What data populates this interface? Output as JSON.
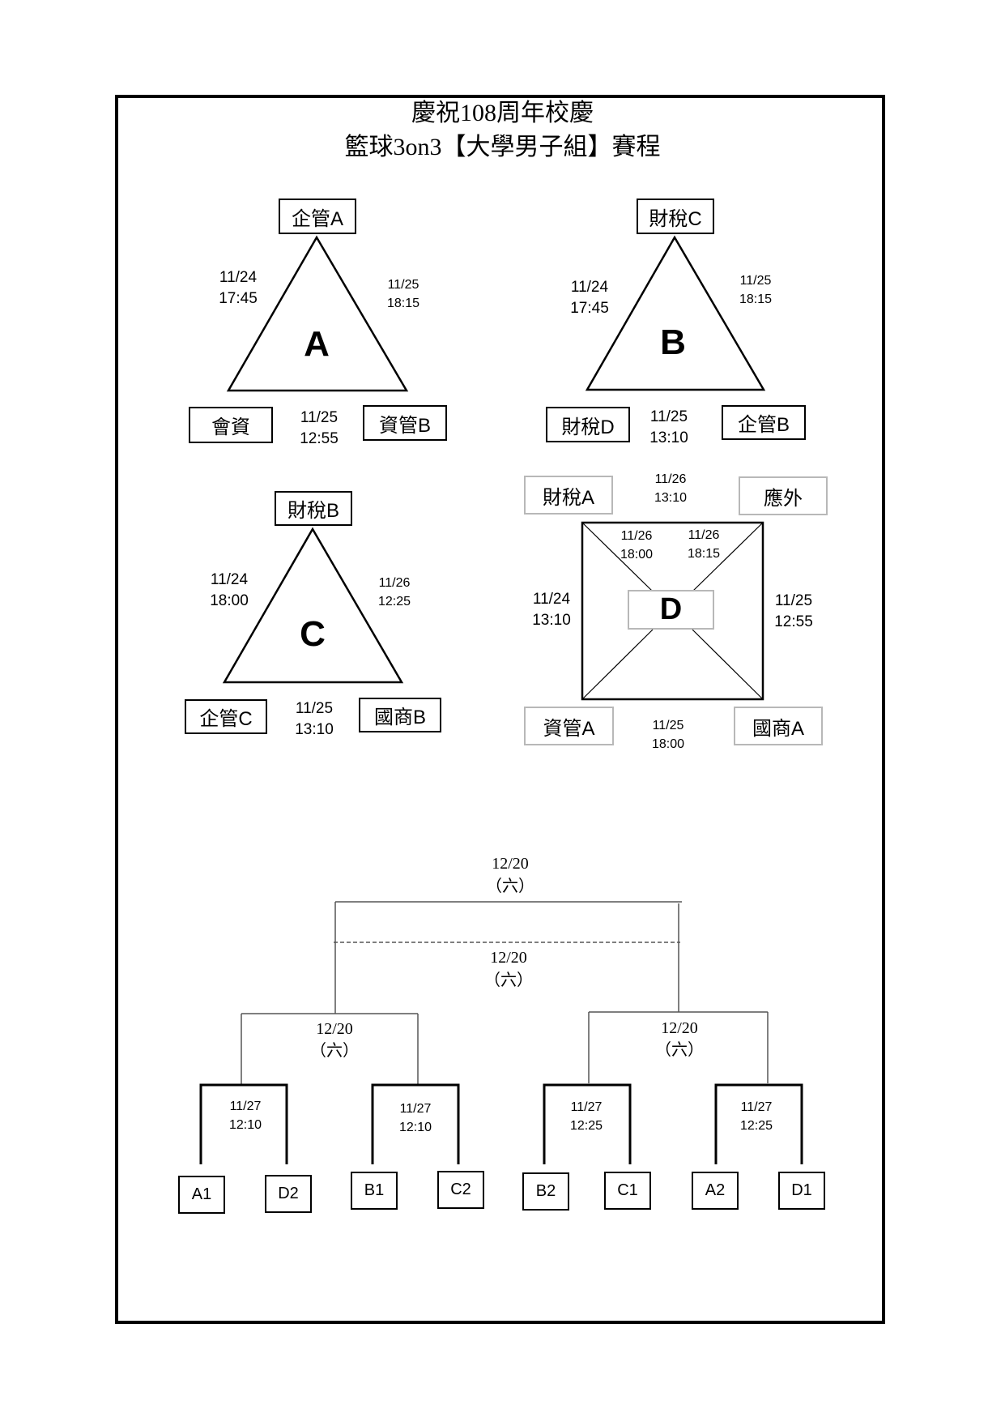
{
  "title": {
    "line1": "慶祝108周年校慶",
    "line2": "籃球3on3【大學男子組】賽程"
  },
  "groups": {
    "A": {
      "label": "A",
      "teams": [
        "企管A",
        "會資",
        "資管B"
      ],
      "matches": {
        "left": "11/24\n17:45",
        "right": "11/25\n18:15",
        "bottom": "11/25\n12:55"
      }
    },
    "B": {
      "label": "B",
      "teams": [
        "財稅C",
        "財稅D",
        "企管B"
      ],
      "matches": {
        "left": "11/24\n17:45",
        "right": "11/25\n18:15",
        "bottom": "11/25\n13:10"
      }
    },
    "C": {
      "label": "C",
      "teams": [
        "財稅B",
        "企管C",
        "國商B"
      ],
      "matches": {
        "left": "11/24\n18:00",
        "right": "11/26\n12:25",
        "bottom": "11/25\n13:10"
      }
    },
    "D": {
      "label": "D",
      "teams": [
        "財稅A",
        "應外",
        "資管A",
        "國商A"
      ],
      "matches": {
        "top": "11/26\n13:10",
        "diag_left": "11/26\n18:00",
        "diag_right": "11/26\n18:15",
        "left": "11/24\n13:10",
        "right": "11/25\n12:55",
        "bottom": "11/25\n18:00"
      }
    }
  },
  "bracket": {
    "final": {
      "date": "12/20",
      "day": "（六）"
    },
    "third_place": {
      "date": "12/20",
      "day": "（六）"
    },
    "semi_left": {
      "date": "12/20",
      "day": "（六）"
    },
    "semi_right": {
      "date": "12/20",
      "day": "（六）"
    },
    "quarters": [
      {
        "time": "11/27\n12:10",
        "teams": [
          "A1",
          "D2"
        ]
      },
      {
        "time": "11/27\n12:10",
        "teams": [
          "B1",
          "C2"
        ]
      },
      {
        "time": "11/27\n12:25",
        "teams": [
          "B2",
          "C1"
        ]
      },
      {
        "time": "11/27\n12:25",
        "teams": [
          "A2",
          "D1"
        ]
      }
    ]
  }
}
